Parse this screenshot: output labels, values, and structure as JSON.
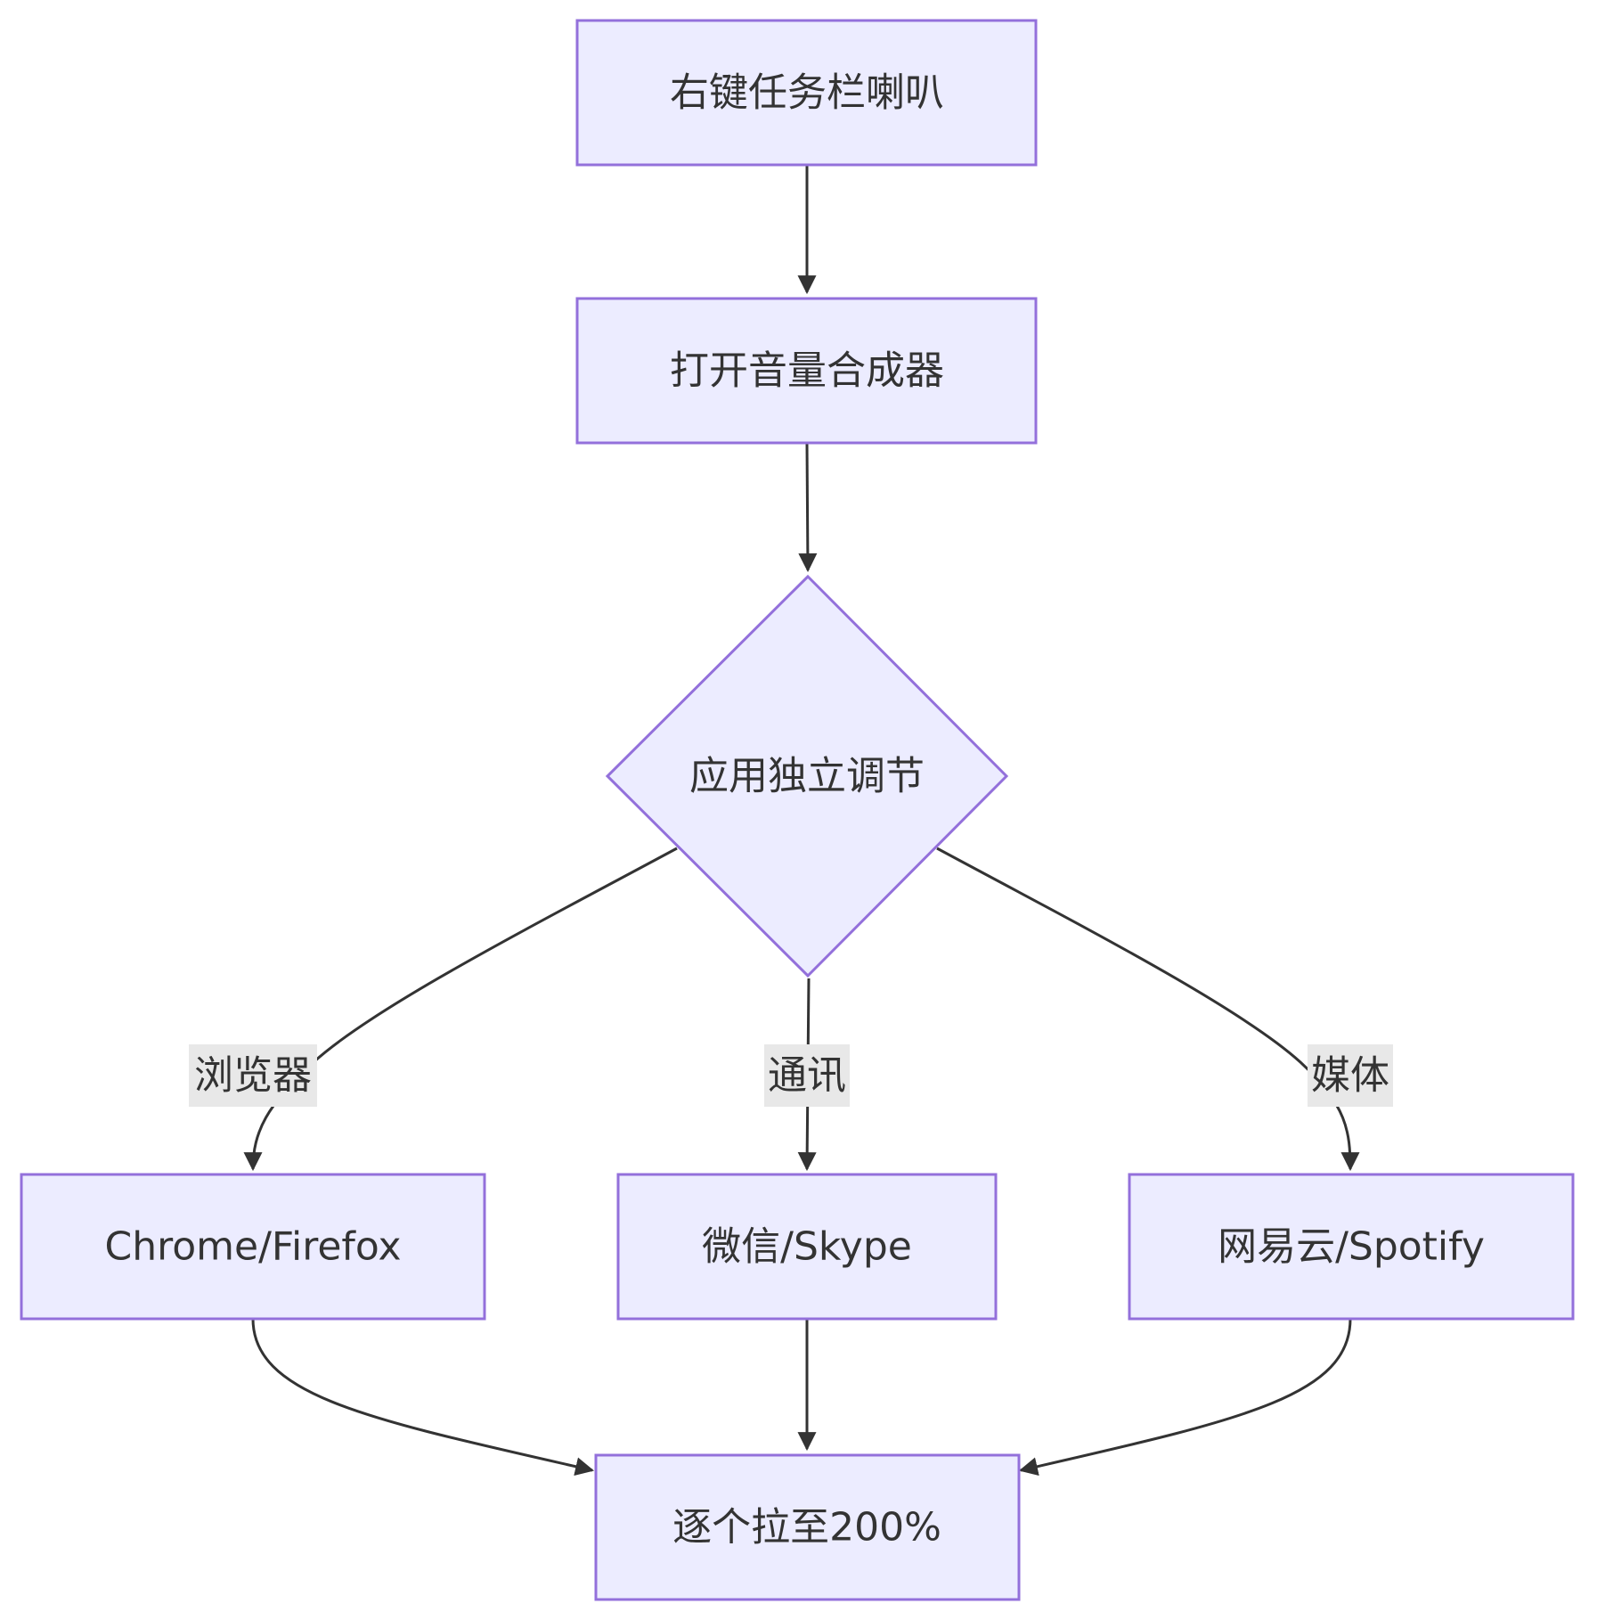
{
  "diagram": {
    "colors": {
      "node_fill": "#ECECFF",
      "node_stroke": "#9370DB",
      "edge": "#333333",
      "text": "#333333",
      "label_bg": "#E8E8E8",
      "background": "#FFFFFF"
    },
    "nodes": {
      "start": {
        "label": "右键任务栏喇叭",
        "shape": "rect"
      },
      "mixer": {
        "label": "打开音量合成器",
        "shape": "rect"
      },
      "decision": {
        "label": "应用独立调节",
        "shape": "diamond"
      },
      "browser": {
        "label": "Chrome/Firefox",
        "shape": "rect"
      },
      "comm": {
        "label": "微信/Skype",
        "shape": "rect"
      },
      "media": {
        "label": "网易云/Spotify",
        "shape": "rect"
      },
      "end": {
        "label": "逐个拉至200%",
        "shape": "rect"
      }
    },
    "edges": [
      {
        "from": "start",
        "to": "mixer",
        "label": ""
      },
      {
        "from": "mixer",
        "to": "decision",
        "label": ""
      },
      {
        "from": "decision",
        "to": "browser",
        "label": "浏览器"
      },
      {
        "from": "decision",
        "to": "comm",
        "label": "通讯"
      },
      {
        "from": "decision",
        "to": "media",
        "label": "媒体"
      },
      {
        "from": "browser",
        "to": "end",
        "label": ""
      },
      {
        "from": "comm",
        "to": "end",
        "label": ""
      },
      {
        "from": "media",
        "to": "end",
        "label": ""
      }
    ]
  }
}
